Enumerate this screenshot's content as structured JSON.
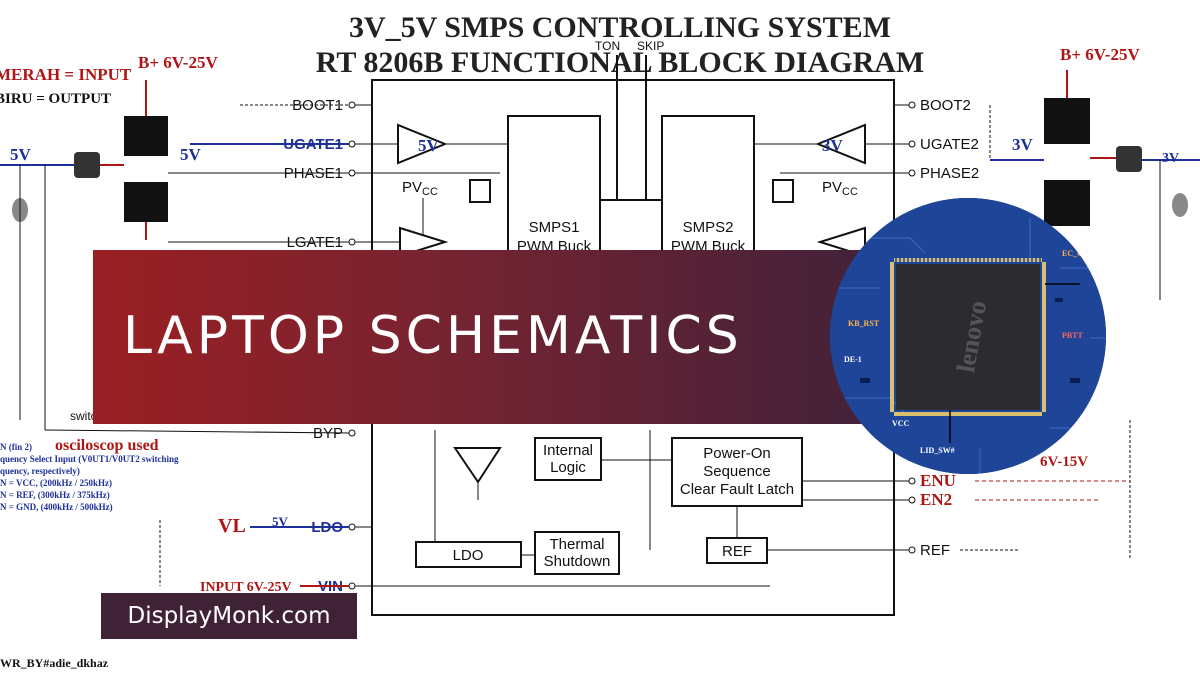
{
  "schematic": {
    "title_line1": "3V_5V SMPS CONTROLLING SYSTEM",
    "title_line2": "RT 8206B FUNCTIONAL BLOCK DIAGRAM",
    "top_pins": [
      "TON",
      "SKIP"
    ],
    "left_legend": [
      "MERAH = INPUT",
      "BIRU = OUTPUT"
    ],
    "b_plus_left": "B+ 6V-25V",
    "b_plus_right": "B+ 6V-25V",
    "left_pins": [
      "BOOT1",
      "UGATE1",
      "PHASE1",
      "LGATE1",
      "BYP",
      "LDO",
      "VIN"
    ],
    "right_pins": [
      "BOOT2",
      "UGATE2",
      "PHASE2",
      "ENU",
      "EN2",
      "REF"
    ],
    "amp_left": "5V",
    "amp_right": "3V",
    "pvcc": "PV",
    "pvcc_sub": "CC",
    "smps1": [
      "SMPS1",
      "PWM Buck"
    ],
    "smps2": [
      "SMPS2",
      "PWM Buck"
    ],
    "internal_logic": [
      "Internal",
      "Logic"
    ],
    "power_on": [
      "Power-On",
      "Sequence",
      "Clear Fault Latch"
    ],
    "thermal": [
      "Thermal",
      "Shutdown"
    ],
    "ldo_block": "LDO",
    "ref_block": "REF",
    "left_5v_mosfet": "5V",
    "left_5v_out": "5V",
    "right_3v_mosfet": "3V",
    "right_3v_out": "3V",
    "vl_label": "VL",
    "vl_5v": "5V",
    "input_label": "INPUT 6V-25V",
    "right_input": "6V-15V",
    "osc_label": "osciloscop used",
    "switch_label": "switc",
    "fin_notes": [
      "N (fin 2)",
      "quency Select Input (V0UT1/V0UT2 switching",
      "quency, respectively)",
      "N = VCC, (200kHz / 250kHz)",
      "N = REF, (300kHz / 375kHz)",
      "N = GND, (400kHz / 500kHz)"
    ],
    "footer_credit": "WR_BY#adie_dkhaz"
  },
  "banner": {
    "title": "LAPTOP SCHEMATICS"
  },
  "brand": {
    "label": "DisplayMonk.com"
  },
  "chip_photo": {
    "chip_marking": "lenovo",
    "labels": [
      "EC_C",
      "LID_SW#",
      "VCC",
      "DE-1",
      "KB_RST",
      "PBTT"
    ]
  },
  "colors": {
    "banner_start": "#9a1f22",
    "banner_end": "#40223a",
    "brand_bg": "#3f2235",
    "schematic_red": "#b01515",
    "schematic_blue": "#1d2f9a",
    "pcb_blue": "#1a3a8a"
  }
}
